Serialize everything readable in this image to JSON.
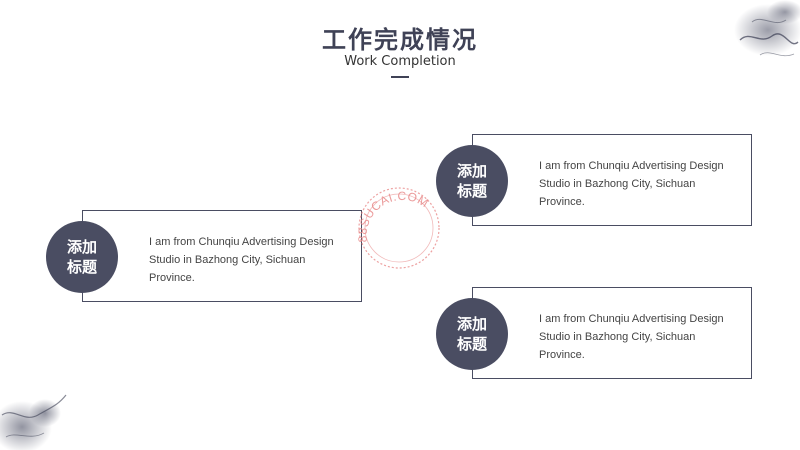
{
  "header": {
    "title": "工作完成情况",
    "subtitle": "Work Completion"
  },
  "cards": [
    {
      "badge": "添加标题",
      "text": "I am from Chunqiu Advertising Design Studio in Bazhong City, Sichuan Province."
    },
    {
      "badge": "添加标题",
      "text": "I am from Chunqiu Advertising Design Studio in Bazhong City, Sichuan Province."
    },
    {
      "badge": "添加标题",
      "text": "I am from Chunqiu Advertising Design Studio in Bazhong City, Sichuan Province."
    }
  ],
  "watermark": {
    "text": "88SUCAI.COM"
  },
  "colors": {
    "accent": "#4a4d62",
    "title": "#3f4256",
    "stamp": "#e88a8a"
  },
  "icons": {
    "decor_top_right": "ink-splash-icon",
    "decor_bottom_left": "ink-splash-icon"
  }
}
